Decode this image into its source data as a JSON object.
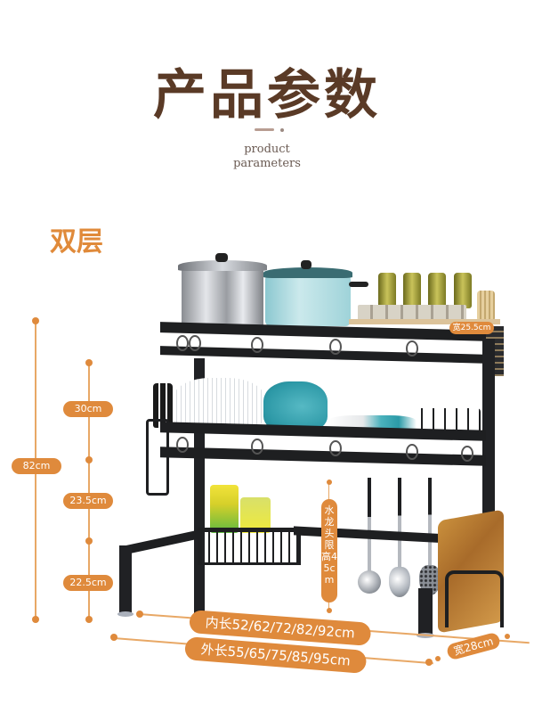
{
  "header": {
    "title": "产品参数",
    "subtitle_line1": "product",
    "subtitle_line2": "parameters"
  },
  "section_label": "双层",
  "dimensions": {
    "total_height": "82cm",
    "top_tier_height": "30cm",
    "middle_tier_height": "23.5cm",
    "bottom_tier_height": "22.5cm",
    "top_shelf_width": "宽25.5cm",
    "faucet_limit_height": "水龙头限高45cm",
    "inner_length": "内长52/62/72/82/92cm",
    "outer_length": "外长55/65/75/85/95cm",
    "depth": "宽28cm"
  },
  "product_image": {
    "description": "Black two-tier over-sink dish drying rack",
    "items_shown": [
      "stock pot",
      "blue pots",
      "oil bottles",
      "spice jars",
      "chopsticks holder",
      "white and teal plates",
      "bowls",
      "cup holder",
      "knife holder",
      "sponge basket",
      "ladles",
      "cutting board"
    ]
  },
  "colors": {
    "title": "#5a3a26",
    "accent": "#df8a3c",
    "section_label": "#e08a3a",
    "rack": "#1e1f21"
  }
}
